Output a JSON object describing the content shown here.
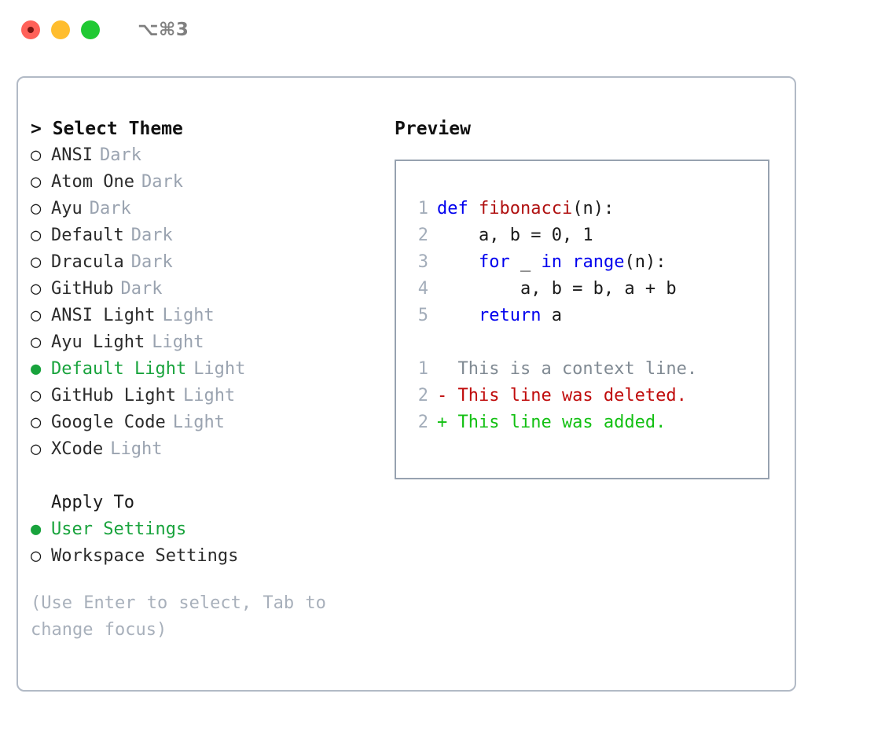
{
  "window": {
    "title": "⌥⌘3",
    "traffic_lights": [
      {
        "name": "close",
        "color": "#ff6159"
      },
      {
        "name": "minimize",
        "color": "#ffbd2e"
      },
      {
        "name": "zoom",
        "color": "#20c933"
      }
    ]
  },
  "theme_picker": {
    "heading": "> Select Theme",
    "marker_unselected": "○",
    "marker_selected": "●",
    "items": [
      {
        "label": "ANSI",
        "suffix": "Dark",
        "selected": false
      },
      {
        "label": "Atom One",
        "suffix": "Dark",
        "selected": false
      },
      {
        "label": "Ayu",
        "suffix": "Dark",
        "selected": false
      },
      {
        "label": "Default",
        "suffix": "Dark",
        "selected": false
      },
      {
        "label": "Dracula",
        "suffix": "Dark",
        "selected": false
      },
      {
        "label": "GitHub",
        "suffix": "Dark",
        "selected": false
      },
      {
        "label": "ANSI Light",
        "suffix": "Light",
        "selected": false
      },
      {
        "label": "Ayu Light",
        "suffix": "Light",
        "selected": false
      },
      {
        "label": "Default Light",
        "suffix": "Light",
        "selected": true
      },
      {
        "label": "GitHub Light",
        "suffix": "Light",
        "selected": false
      },
      {
        "label": "Google Code",
        "suffix": "Light",
        "selected": false
      },
      {
        "label": "XCode",
        "suffix": "Light",
        "selected": false
      }
    ]
  },
  "apply_to": {
    "heading": "Apply To",
    "items": [
      {
        "label": "User Settings",
        "selected": true
      },
      {
        "label": "Workspace Settings",
        "selected": false
      }
    ]
  },
  "hint": "(Use Enter to select, Tab to change focus)",
  "preview": {
    "heading": "Preview",
    "code_lines": [
      {
        "number": "1",
        "tokens": [
          {
            "text": "def ",
            "style": "kw"
          },
          {
            "text": "fibonacci",
            "style": "fn"
          },
          {
            "text": "(n):",
            "style": "pl"
          }
        ]
      },
      {
        "number": "2",
        "tokens": [
          {
            "text": "    a, b = 0, 1",
            "style": "pl"
          }
        ]
      },
      {
        "number": "3",
        "tokens": [
          {
            "text": "    ",
            "style": "pl"
          },
          {
            "text": "for",
            "style": "kw"
          },
          {
            "text": " _ ",
            "style": "pl"
          },
          {
            "text": "in",
            "style": "kw"
          },
          {
            "text": " ",
            "style": "pl"
          },
          {
            "text": "range",
            "style": "kw"
          },
          {
            "text": "(n):",
            "style": "pl"
          }
        ]
      },
      {
        "number": "4",
        "tokens": [
          {
            "text": "        a, b = b, a + b",
            "style": "pl"
          }
        ]
      },
      {
        "number": "5",
        "tokens": [
          {
            "text": "    ",
            "style": "pl"
          },
          {
            "text": "return",
            "style": "kw"
          },
          {
            "text": " a",
            "style": "pl"
          }
        ]
      }
    ],
    "diff_lines": [
      {
        "number": "1",
        "text": "  This is a context line.",
        "style": "ctx"
      },
      {
        "number": "2",
        "text": "- This line was deleted.",
        "style": "del"
      },
      {
        "number": "2",
        "text": "+ This line was added.",
        "style": "add"
      }
    ]
  },
  "colors": {
    "accent_green": "#18a33c",
    "keyword_blue": "#0000ee",
    "function_red": "#b01111",
    "diff_delete": "#c00c0c",
    "diff_add": "#13c013",
    "muted": "#9aa3b0",
    "border": "#b2bac6"
  }
}
